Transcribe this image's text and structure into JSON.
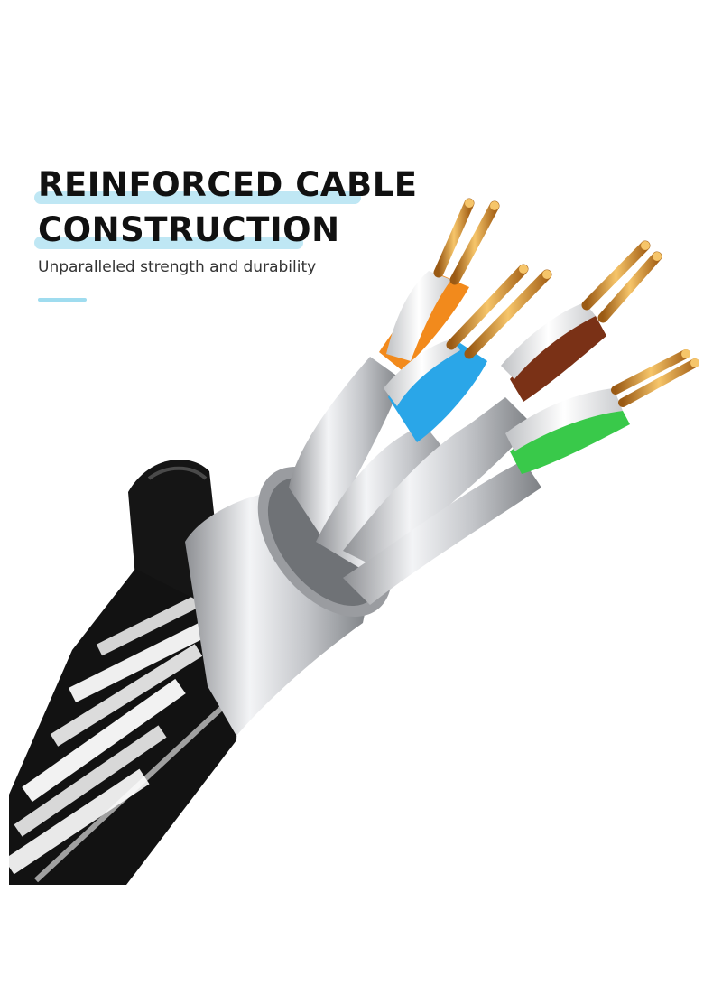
{
  "header": {
    "title_line1": "REINFORCED CABLE",
    "title_line2": "CONSTRUCTION",
    "subtitle": "Unparalleled strength and durability"
  },
  "colors": {
    "highlight": "#bfe7f4",
    "accent_line": "#9fdcef",
    "pair_orange": "#f28a1c",
    "pair_blue": "#2aa6e8",
    "pair_brown": "#7a3116",
    "pair_green": "#39c94a",
    "copper": "#d7942e"
  },
  "illustration": {
    "subject": "shielded ethernet cable with braided jacket",
    "icons": [
      "copper-conductor-icon",
      "braided-jacket-icon",
      "foil-shield-icon"
    ]
  }
}
